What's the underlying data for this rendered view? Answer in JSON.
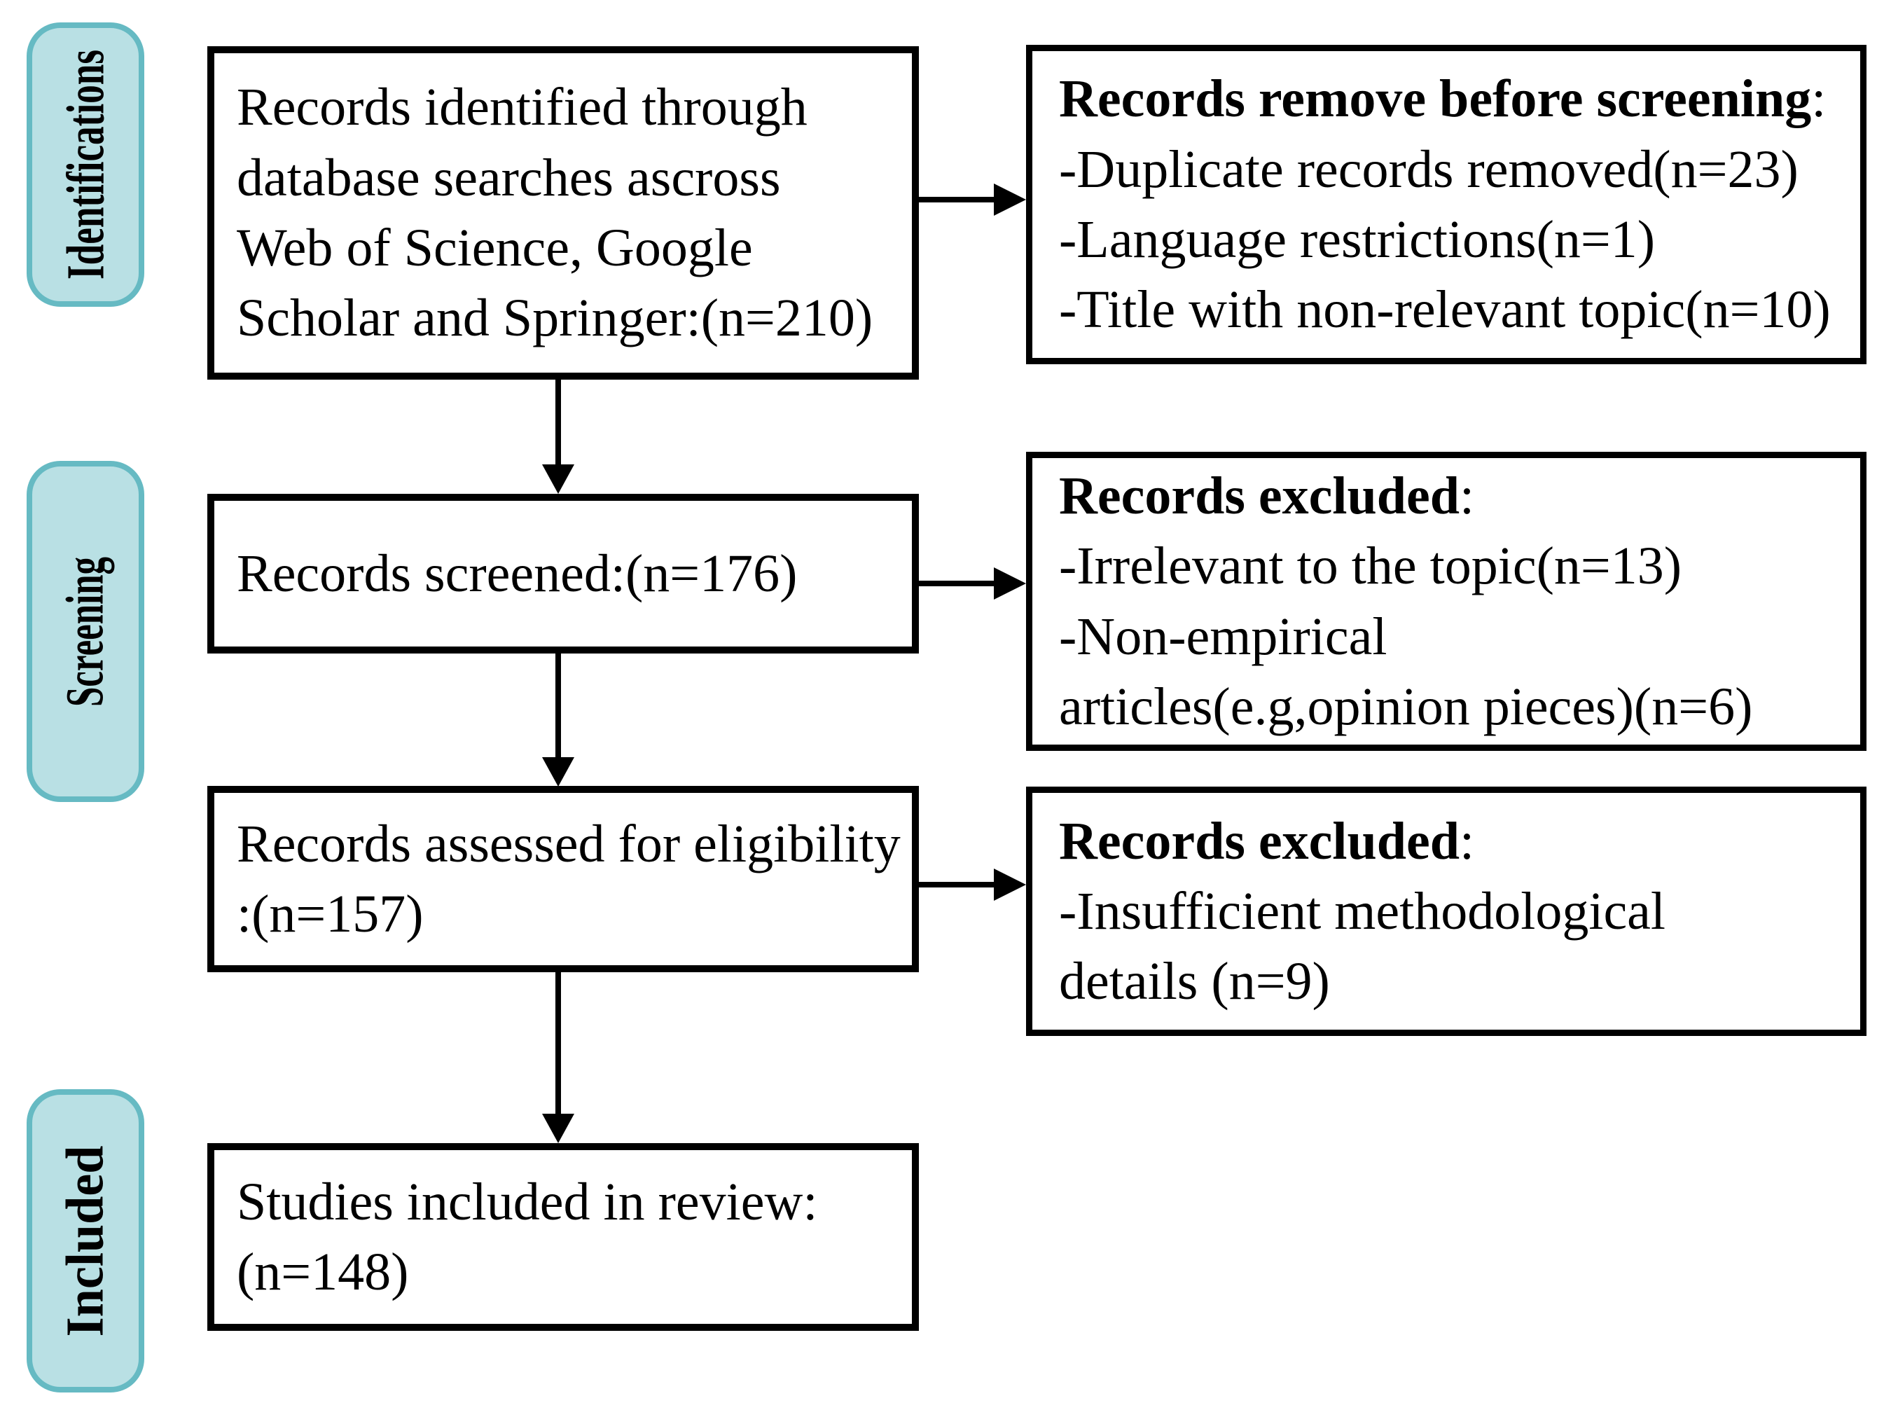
{
  "diagram": {
    "type": "prisma-flowchart",
    "stages": [
      {
        "label": "Identifications"
      },
      {
        "label": "Screening"
      },
      {
        "label": "Included"
      }
    ],
    "boxes": {
      "identified": {
        "lines": [
          "Records identified through",
          "database searches ascross",
          "Web of Science, Google",
          "Scholar and Springer:(n=210)"
        ]
      },
      "removed_before_screening": {
        "heading": "Records remove before screening",
        "colon": ":",
        "items": [
          "-Duplicate records removed(n=23)",
          "-Language restrictions(n=1)",
          "-Title with non-relevant topic(n=10)"
        ]
      },
      "screened": {
        "lines": [
          "Records screened:(n=176)"
        ]
      },
      "excluded_screening": {
        "heading": "Records excluded",
        "colon": ":",
        "items": [
          "-Irrelevant to the topic(n=13)",
          "-Non-empirical",
          "articles(e.g,opinion pieces)(n=6)"
        ]
      },
      "assessed": {
        "lines": [
          "Records assessed for eligibility",
          ":(n=157)"
        ]
      },
      "excluded_eligibility": {
        "heading": "Records excluded",
        "colon": ":",
        "items": [
          "-Insufficient methodological",
          "details (n=9)"
        ]
      },
      "included": {
        "lines": [
          "Studies included in review:",
          "(n=148)"
        ]
      }
    },
    "colors": {
      "stage_fill": "#b9e0e4",
      "stage_border": "#66bac3",
      "box_border": "#000000",
      "text": "#000000",
      "background": "#ffffff"
    }
  }
}
